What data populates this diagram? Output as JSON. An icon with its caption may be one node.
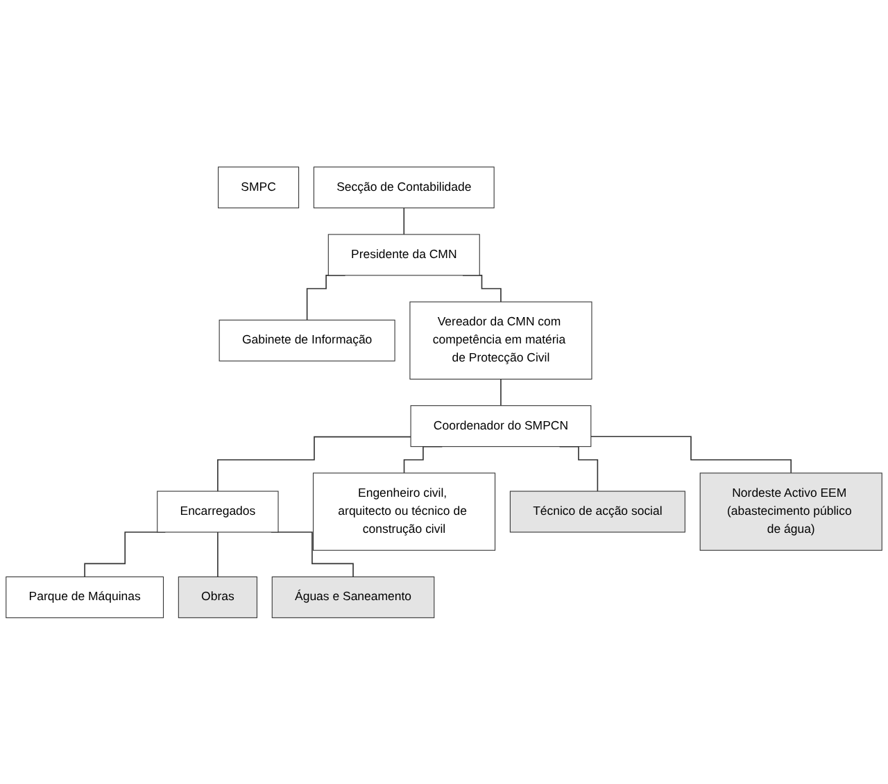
{
  "diagram": {
    "nodes": [
      {
        "text": [
          "SMPC"
        ]
      },
      {
        "text": [
          "Secção de Contabilidade"
        ]
      },
      {
        "text": [
          "Presidente da CMN"
        ]
      },
      {
        "text": [
          "Gabinete de Informação"
        ]
      },
      {
        "text": [
          "Vereador da CMN com competência em matéria de Protecção Civil"
        ]
      },
      {
        "text": [
          "Coordenador do SMPCN"
        ]
      },
      {
        "text": [
          "Encarregados"
        ]
      },
      {
        "text": [
          "Engenheiro civil, arquitecto ou técnico de construção civil"
        ]
      },
      {
        "text": [
          "Técnico de acção social"
        ]
      },
      {
        "text": [
          "Nordeste Activo EEM (abastecimento público de água)"
        ]
      },
      {
        "text": [
          "Parque de Máquinas"
        ]
      },
      {
        "text": [
          "Obras"
        ]
      },
      {
        "text": [
          "Águas e Saneamento"
        ]
      }
    ],
    "edges": [
      {
        "from": 1,
        "to": 2,
        "arrow": "none"
      },
      {
        "from": 2,
        "to": 3,
        "arrow": "none"
      },
      {
        "from": 2,
        "to": 4,
        "arrow": "none"
      },
      {
        "from": 4,
        "to": 5,
        "arrow": "none"
      },
      {
        "from": 5,
        "to": 6,
        "arrow": "none"
      },
      {
        "from": 5,
        "to": 7,
        "arrow": "none"
      },
      {
        "from": 5,
        "to": 8,
        "arrow": "none"
      },
      {
        "from": 5,
        "to": 9,
        "arrow": "none"
      },
      {
        "from": 6,
        "to": 10,
        "arrow": "none"
      },
      {
        "from": 6,
        "to": 11,
        "arrow": "none"
      },
      {
        "from": 6,
        "to": 12,
        "arrow": "none"
      }
    ]
  }
}
